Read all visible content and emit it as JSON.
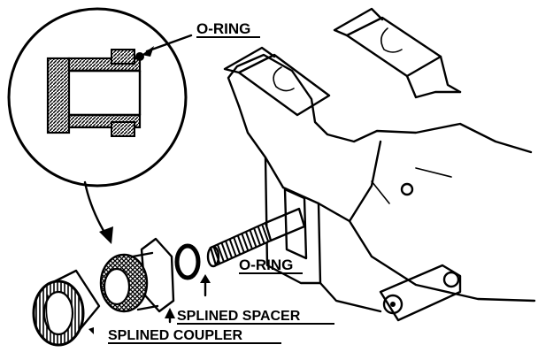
{
  "labels": {
    "o_ring_top": "O-RING",
    "o_ring_shaft": "O-RING",
    "splined_spacer": "SPLINED SPACER",
    "splined_coupler": "SPLINED COUPLER"
  },
  "colors": {
    "ink": "#000000",
    "paper": "#ffffff"
  }
}
